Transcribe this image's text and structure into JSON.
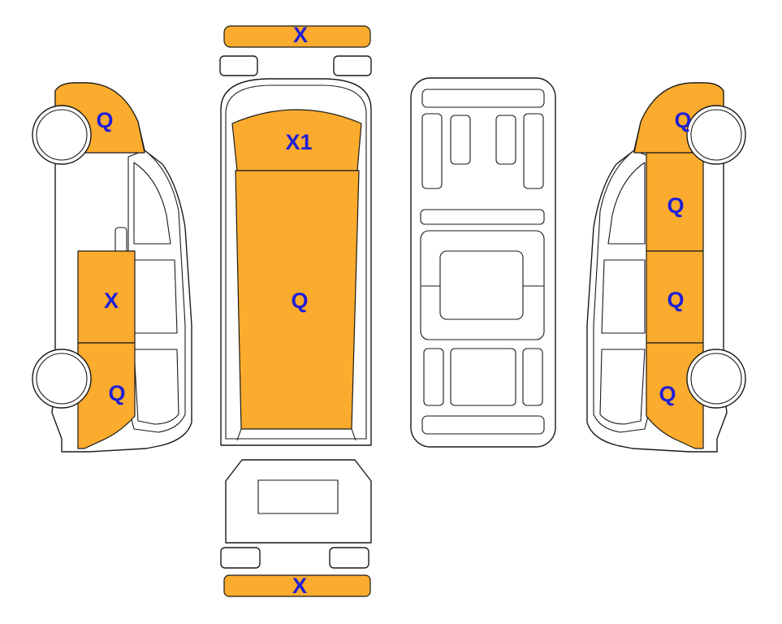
{
  "colors": {
    "damage_fill": "#fbab2d",
    "label_color": "#1f1fd6",
    "outline": "#1a1a1a"
  },
  "labels": {
    "front_bumper": "X",
    "windshield": "X1",
    "roof": "Q",
    "rear_bumper": "X",
    "left_front": "Q",
    "left_middle": "X",
    "left_rear": "Q",
    "right_front": "Q",
    "right_upper": "Q",
    "right_middle": "Q",
    "right_rear": "Q"
  }
}
